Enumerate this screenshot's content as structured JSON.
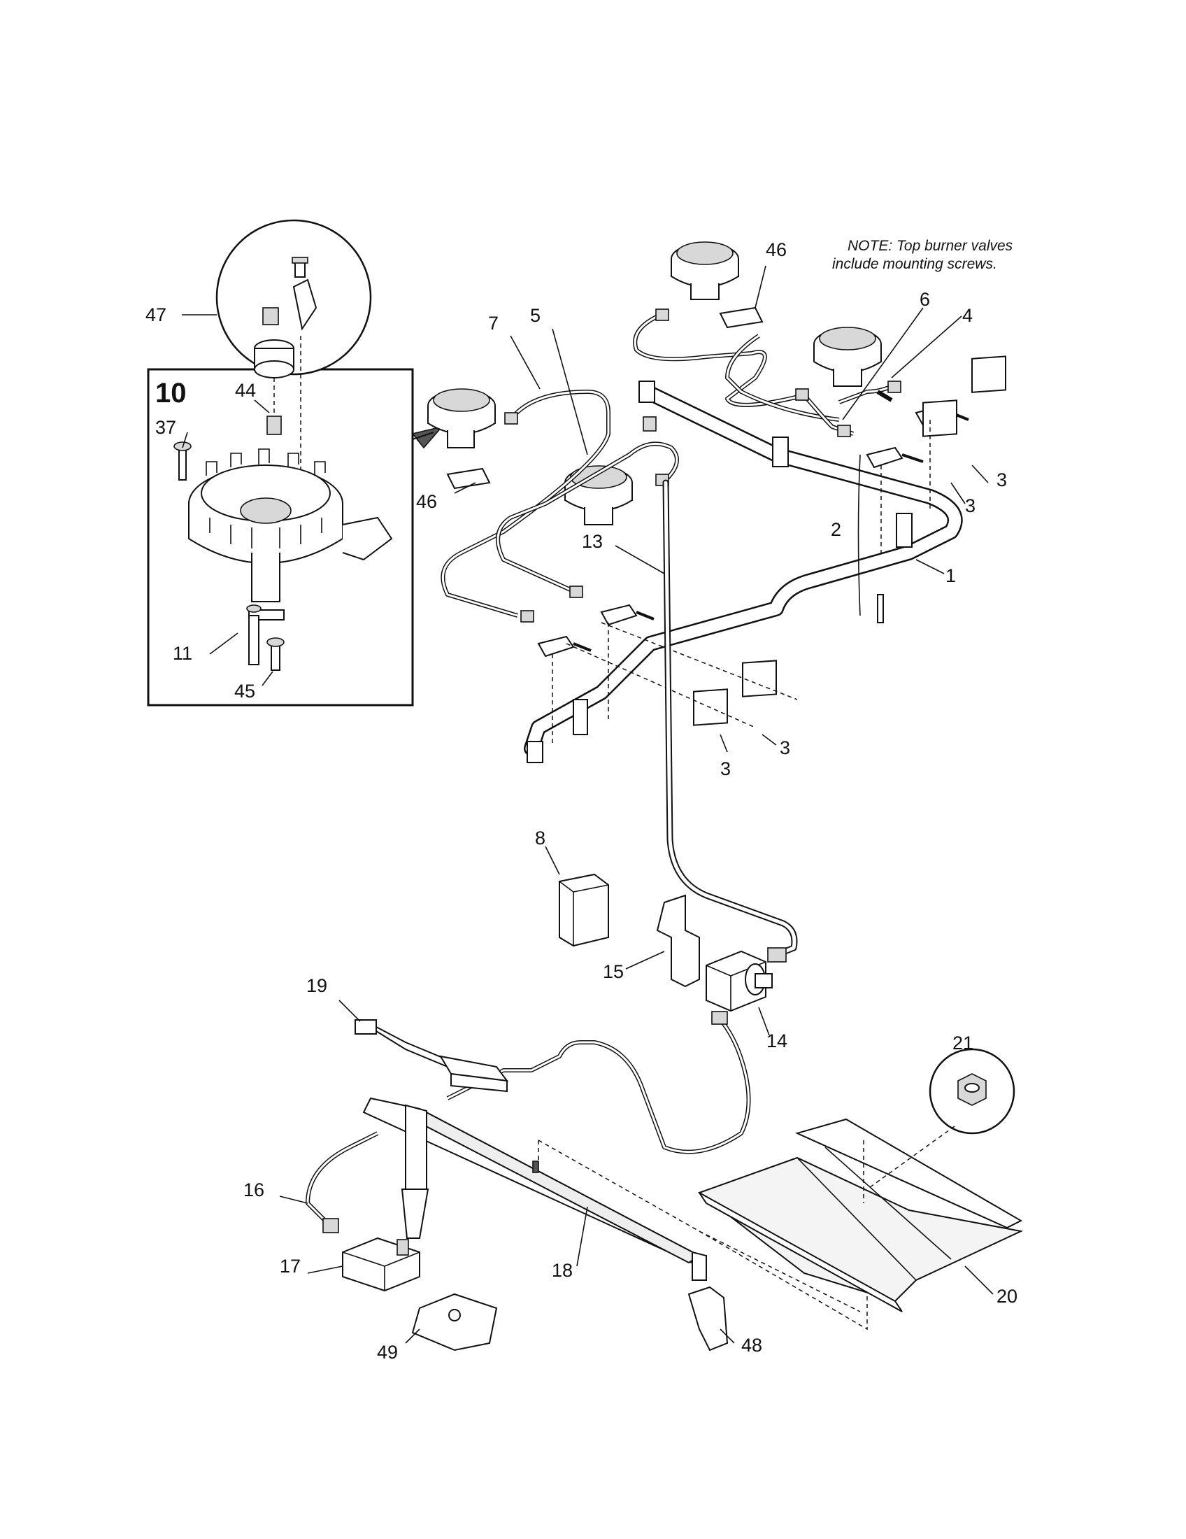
{
  "note": {
    "line1": "NOTE: Top burner valves",
    "line2": "include mounting screws."
  },
  "inset": {
    "label": "10"
  },
  "callouts": {
    "c1": "1",
    "c2": "2",
    "c3a": "3",
    "c3b": "3",
    "c3c": "3",
    "c3d": "3",
    "c4": "4",
    "c5": "5",
    "c6": "6",
    "c7": "7",
    "c8": "8",
    "c11": "11",
    "c13": "13",
    "c14": "14",
    "c15": "15",
    "c16": "16",
    "c17": "17",
    "c18": "18",
    "c19": "19",
    "c20": "20",
    "c21": "21",
    "c37": "37",
    "c44": "44",
    "c45": "45",
    "c46a": "46",
    "c46b": "46",
    "c47": "47",
    "c48": "48",
    "c49": "49"
  }
}
